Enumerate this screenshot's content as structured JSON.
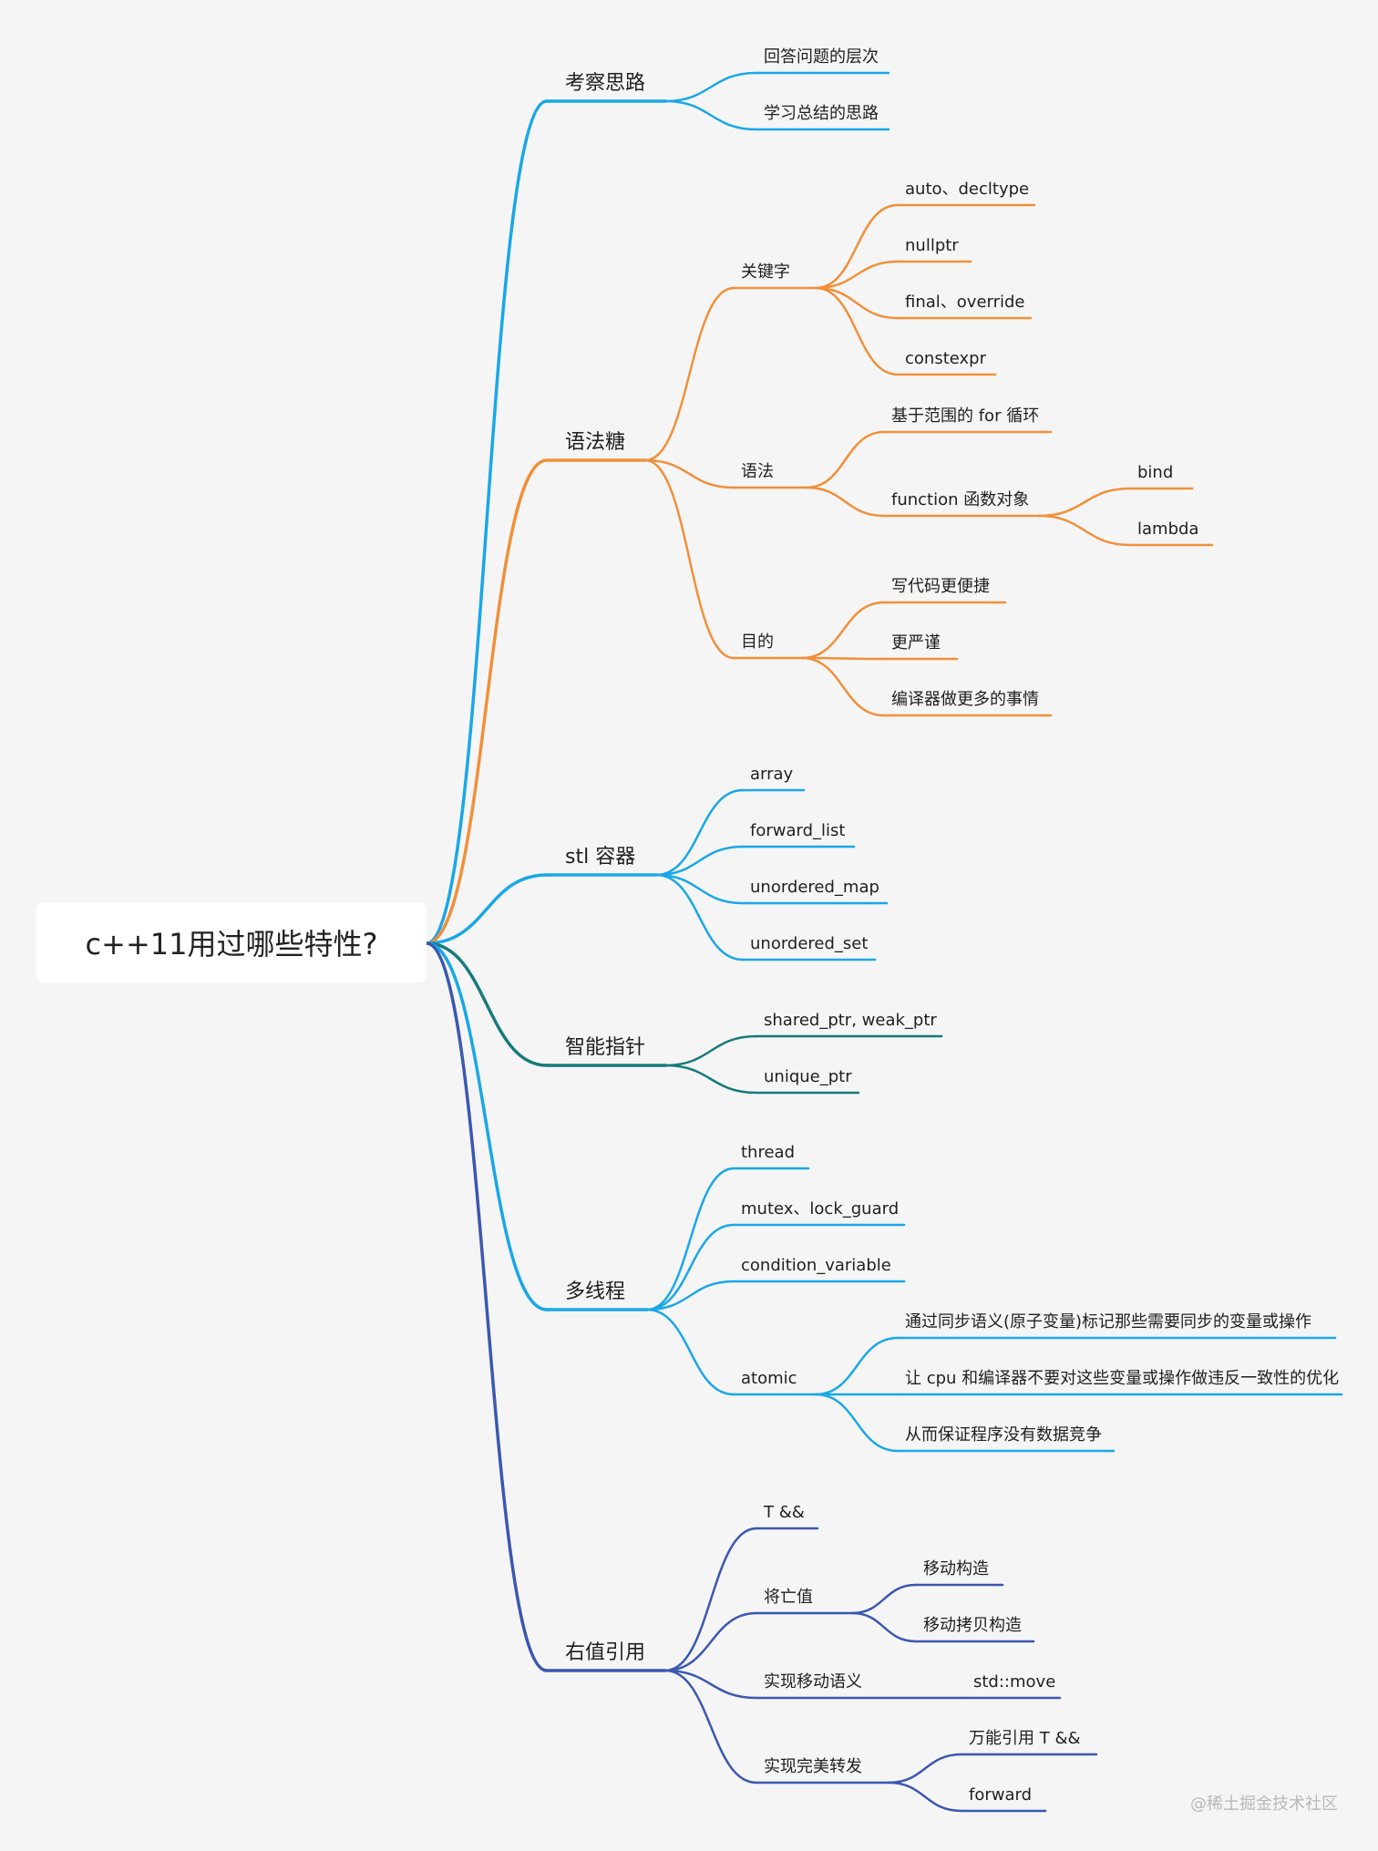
{
  "root": {
    "label": "c++11用过哪些特性?"
  },
  "colors": {
    "blue": "#1aa7e6",
    "orange": "#f0903a",
    "teal": "#167a7a",
    "indigo": "#3b57b0"
  },
  "branches": [
    {
      "id": "kaocha",
      "label": "考察思路",
      "color": "blue",
      "children": [
        {
          "id": "kaocha-1",
          "label": "回答问题的层次"
        },
        {
          "id": "kaocha-2",
          "label": "学习总结的思路"
        }
      ]
    },
    {
      "id": "yufatang",
      "label": "语法糖",
      "color": "orange",
      "children": [
        {
          "id": "guanjianzi",
          "label": "关键字",
          "children": [
            {
              "id": "auto",
              "label": "auto、decltype"
            },
            {
              "id": "nullptr",
              "label": "nullptr"
            },
            {
              "id": "final",
              "label": "final、override"
            },
            {
              "id": "constexpr",
              "label": "constexpr"
            }
          ]
        },
        {
          "id": "yufa",
          "label": "语法",
          "children": [
            {
              "id": "rangefor",
              "label": "基于范围的 for 循环"
            },
            {
              "id": "function",
              "label": "function 函数对象",
              "children": [
                {
                  "id": "bind",
                  "label": "bind"
                },
                {
                  "id": "lambda",
                  "label": "lambda"
                }
              ]
            }
          ]
        },
        {
          "id": "mudi",
          "label": "目的",
          "children": [
            {
              "id": "mudi-1",
              "label": "写代码更便捷"
            },
            {
              "id": "mudi-2",
              "label": "更严谨"
            },
            {
              "id": "mudi-3",
              "label": "编译器做更多的事情"
            }
          ]
        }
      ]
    },
    {
      "id": "stl",
      "label": "stl 容器",
      "color": "blue",
      "children": [
        {
          "id": "array",
          "label": "array"
        },
        {
          "id": "forward_list",
          "label": "forward_list"
        },
        {
          "id": "unordered_map",
          "label": "unordered_map"
        },
        {
          "id": "unordered_set",
          "label": "unordered_set"
        }
      ]
    },
    {
      "id": "smartptr",
      "label": "智能指针",
      "color": "teal",
      "children": [
        {
          "id": "shared_ptr",
          "label": "shared_ptr, weak_ptr"
        },
        {
          "id": "unique_ptr",
          "label": "unique_ptr"
        }
      ]
    },
    {
      "id": "thread",
      "label": "多线程",
      "color": "blue",
      "children": [
        {
          "id": "thread-1",
          "label": "thread"
        },
        {
          "id": "mutex",
          "label": "mutex、lock_guard"
        },
        {
          "id": "condvar",
          "label": "condition_variable"
        },
        {
          "id": "atomic",
          "label": "atomic",
          "children": [
            {
              "id": "atomic-1",
              "label": "通过同步语义(原子变量)标记那些需要同步的变量或操作"
            },
            {
              "id": "atomic-2",
              "label": "让 cpu 和编译器不要对这些变量或操作做违反一致性的优化"
            },
            {
              "id": "atomic-3",
              "label": "从而保证程序没有数据竞争"
            }
          ]
        }
      ]
    },
    {
      "id": "rvalue",
      "label": "右值引用",
      "color": "indigo",
      "children": [
        {
          "id": "tref",
          "label": "T &&"
        },
        {
          "id": "xvalue",
          "label": "将亡值",
          "children": [
            {
              "id": "movector",
              "label": "移动构造"
            },
            {
              "id": "moveassign",
              "label": "移动拷贝构造"
            }
          ]
        },
        {
          "id": "movesem",
          "label": "实现移动语义",
          "children": [
            {
              "id": "stdmove",
              "label": "std::move"
            }
          ]
        },
        {
          "id": "perfect",
          "label": "实现完美转发",
          "children": [
            {
              "id": "univref",
              "label": "万能引用 T &&"
            },
            {
              "id": "forward",
              "label": "forward"
            }
          ]
        }
      ]
    }
  ],
  "watermark": "@稀土掘金技术社区"
}
